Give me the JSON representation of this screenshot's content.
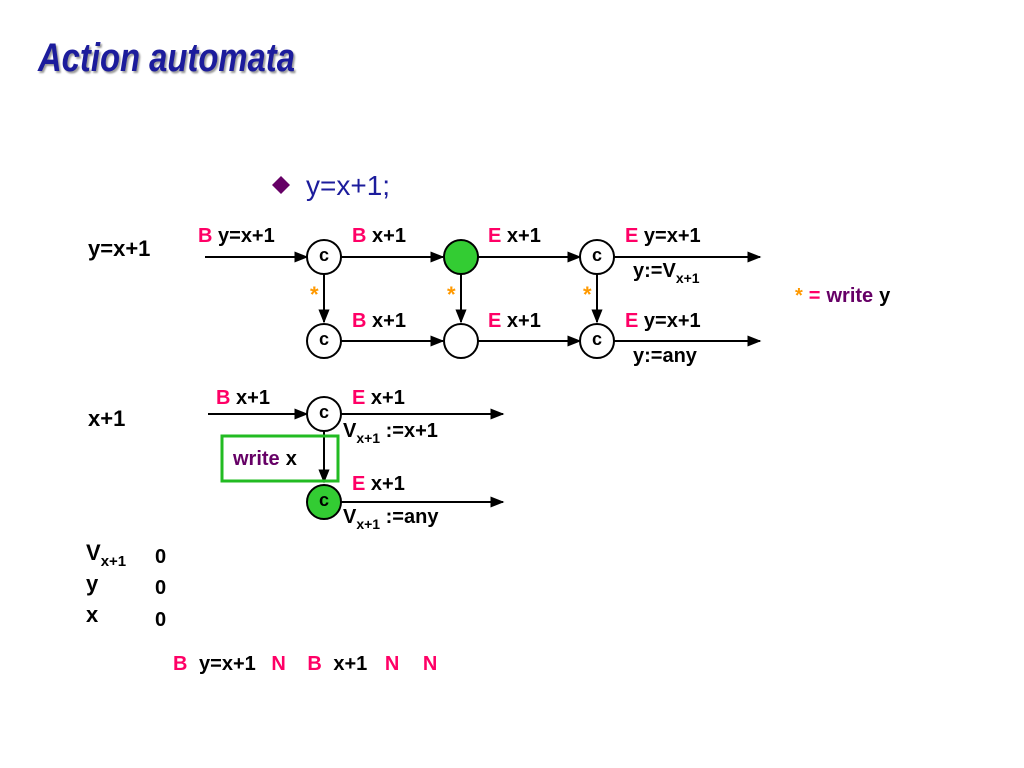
{
  "title": "Action automata",
  "bullet": {
    "text": "y=x+1;"
  },
  "colors": {
    "title": "#1c1c9c",
    "bullet": "#660066",
    "keyword": "#ff0066",
    "star": "#ff9900",
    "write": "#660066",
    "green": "#33cc33",
    "box": "#22bb22"
  },
  "auto1": {
    "label": "y=x+1",
    "top": {
      "t1": {
        "kw": "B",
        "txt": " y=x+1"
      },
      "t2": {
        "kw": "B",
        "txt": " x+1"
      },
      "t3": {
        "kw": "E",
        "txt": " x+1"
      },
      "t4": {
        "kw": "E",
        "txt": " y=x+1"
      },
      "t4b": {
        "pre": "y:=V",
        "sub": "x+1"
      }
    },
    "bottom": {
      "t2": {
        "kw": "B",
        "txt": " x+1"
      },
      "t3": {
        "kw": "E",
        "txt": " x+1"
      },
      "t4": {
        "kw": "E",
        "txt": " y=x+1"
      },
      "t4b": "y:=any"
    },
    "node_c": "c",
    "star": "*"
  },
  "legend": {
    "star": "*",
    "eq": "=",
    "write": "write",
    "var": "y"
  },
  "auto2": {
    "label": "x+1",
    "t1": {
      "kw": "B",
      "txt": " x+1"
    },
    "t2": {
      "kw": "E",
      "txt": " x+1"
    },
    "t2b": {
      "pre": "V",
      "sub": "x+1",
      "post": " :=x+1"
    },
    "t3": {
      "kw": "E",
      "txt": " x+1"
    },
    "t3b": {
      "pre": "V",
      "sub": "x+1",
      "post": " :=any"
    },
    "write": "write",
    "write_var": "x",
    "node_c": "c"
  },
  "state": {
    "vars": [
      {
        "name": "V",
        "sub": "x+1"
      },
      {
        "name": "y"
      },
      {
        "name": "x"
      }
    ],
    "values": [
      "0",
      "0",
      "0"
    ]
  },
  "trace": [
    {
      "kw": "B",
      "txt": "y=x+1"
    },
    {
      "kw": "N"
    },
    {
      "kw": "B",
      "txt": "x+1"
    },
    {
      "kw": "N"
    },
    {
      "kw": "N"
    }
  ]
}
